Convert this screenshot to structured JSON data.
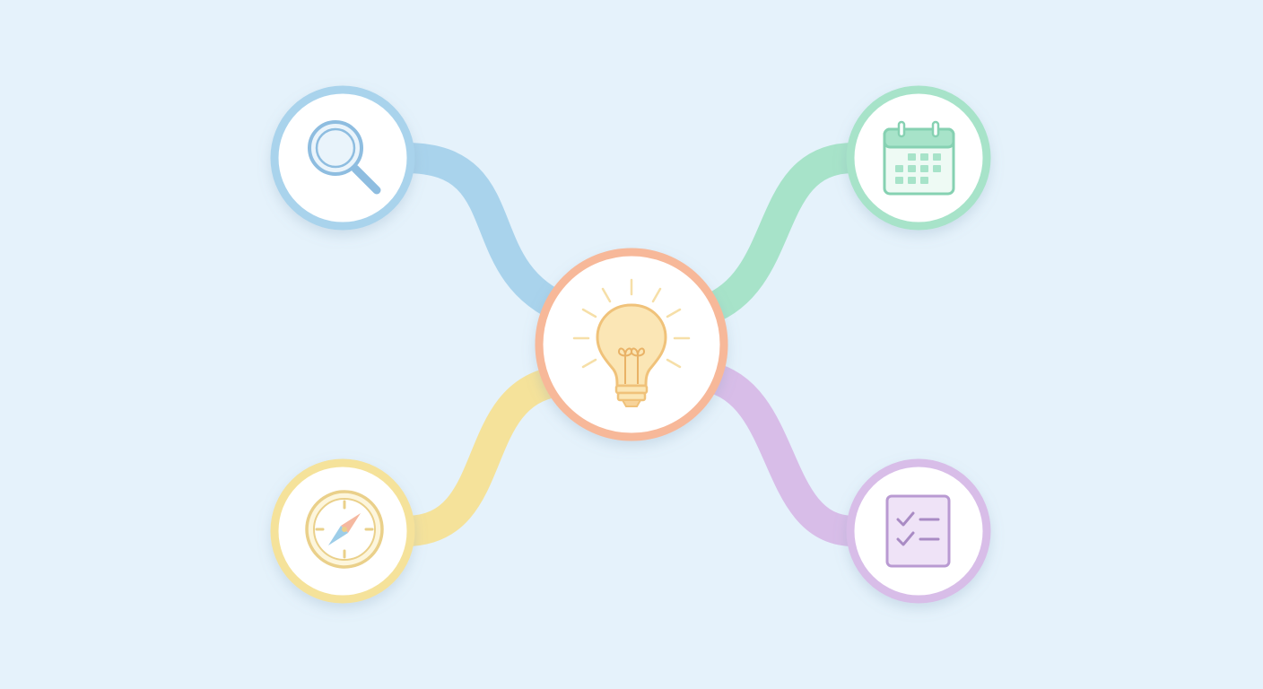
{
  "diagram": {
    "background": "#e5f2fb",
    "center": {
      "icon": "lightbulb-icon",
      "ring_color": "#f7b899",
      "icon_color": "#f0c27a"
    },
    "branches": [
      {
        "position": "top-left",
        "icon": "search-icon",
        "color": "#a9d3ec",
        "icon_color": "#8ebde0"
      },
      {
        "position": "top-right",
        "icon": "calendar-icon",
        "color": "#a7e3c9",
        "icon_color": "#86d1b2"
      },
      {
        "position": "bottom-left",
        "icon": "compass-icon",
        "color": "#f5e29a",
        "icon_color": "#ead08a"
      },
      {
        "position": "bottom-right",
        "icon": "checklist-icon",
        "color": "#d8bde8",
        "icon_color": "#b99ad2"
      }
    ]
  }
}
